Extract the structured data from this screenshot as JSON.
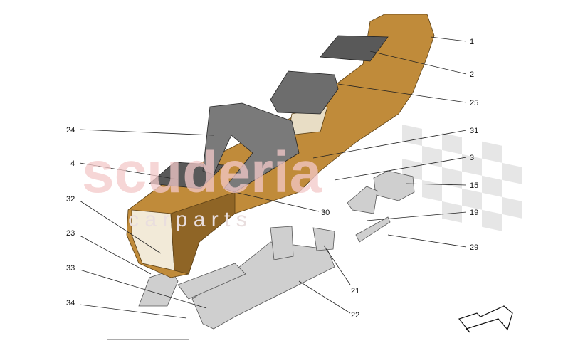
{
  "watermark": {
    "main": "scuderia",
    "sub": "c a r p a r t s"
  },
  "colors": {
    "console": "#c08b3a",
    "console_dark": "#8f6526",
    "bracket": "#c9c9c9",
    "cover": "#555555",
    "watermark": "#f4c9c9"
  },
  "callouts": [
    {
      "id": "1",
      "text": "1"
    },
    {
      "id": "2",
      "text": "2"
    },
    {
      "id": "25",
      "text": "25"
    },
    {
      "id": "31",
      "text": "31"
    },
    {
      "id": "3",
      "text": "3"
    },
    {
      "id": "15",
      "text": "15"
    },
    {
      "id": "19",
      "text": "19"
    },
    {
      "id": "29",
      "text": "29"
    },
    {
      "id": "21",
      "text": "21"
    },
    {
      "id": "22",
      "text": "22"
    },
    {
      "id": "30",
      "text": "30"
    },
    {
      "id": "24",
      "text": "24"
    },
    {
      "id": "4",
      "text": "4"
    },
    {
      "id": "32",
      "text": "32"
    },
    {
      "id": "23",
      "text": "23"
    },
    {
      "id": "33",
      "text": "33"
    },
    {
      "id": "34",
      "text": "34"
    }
  ],
  "icons": {
    "direction": "arrow-icon",
    "flag": "checkered-flag-icon"
  }
}
